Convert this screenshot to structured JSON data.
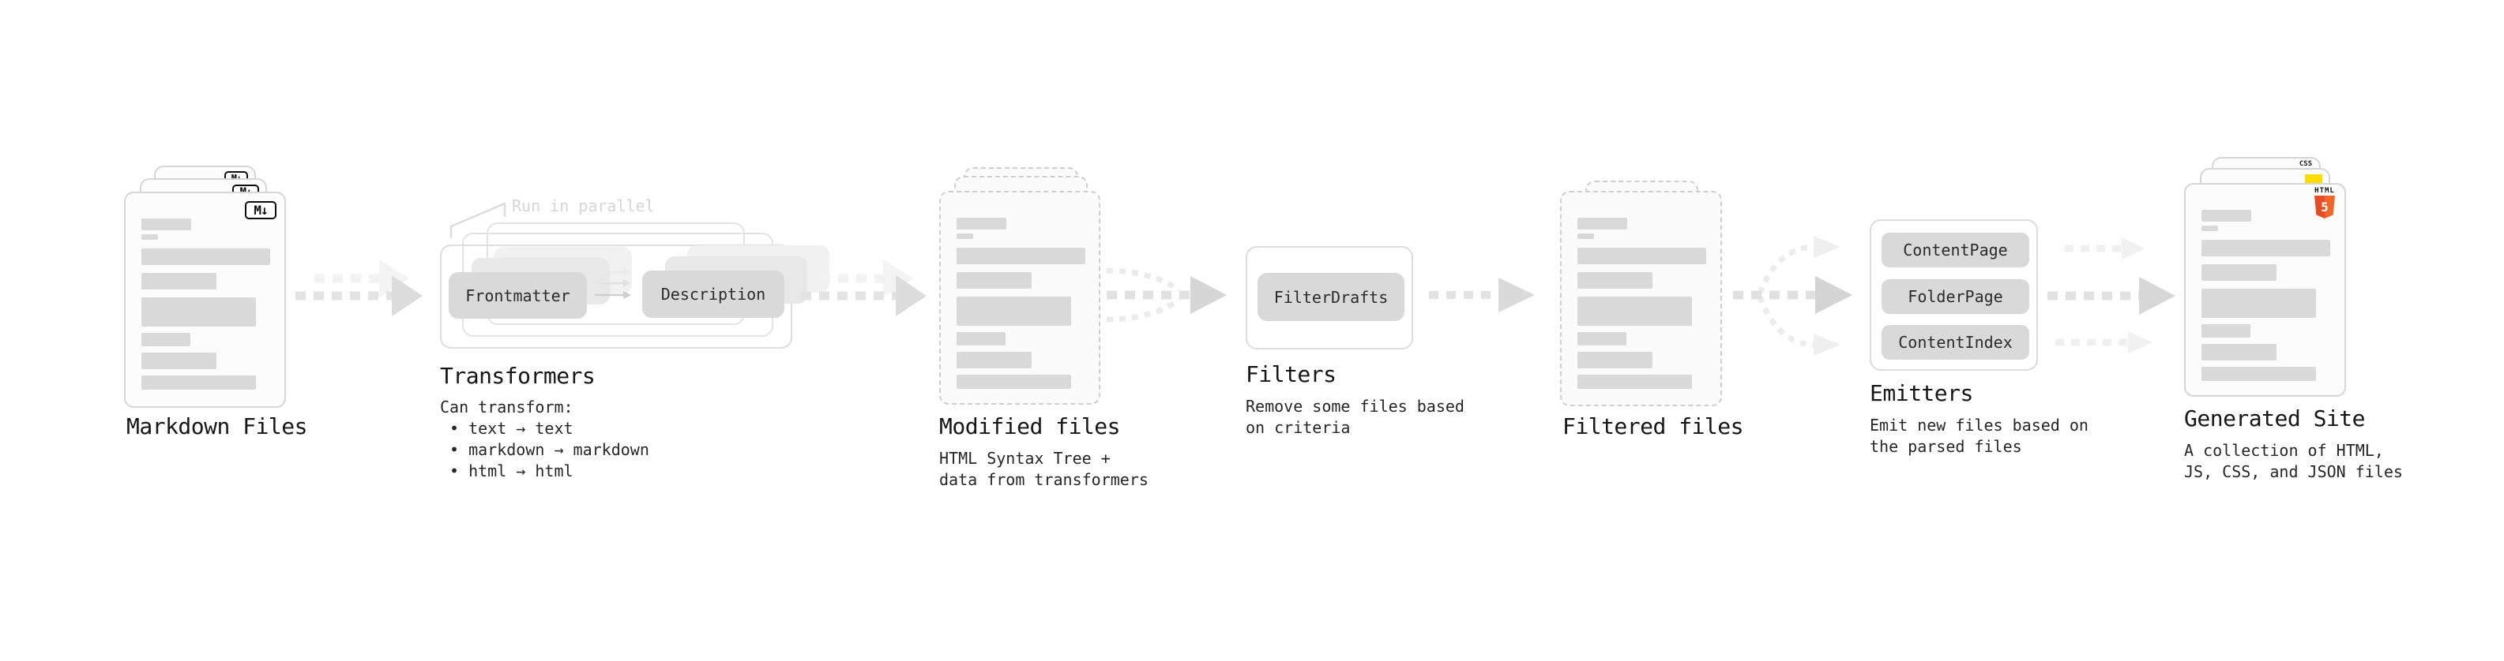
{
  "stages": {
    "markdown_files": {
      "label": "Markdown Files",
      "badge": "M↓"
    },
    "transformers": {
      "label": "Transformers",
      "callout": "Run in parallel",
      "pill_left": "Frontmatter",
      "pill_right": "Description",
      "desc_title": "Can transform:",
      "bullets": [
        "• text → text",
        "• markdown → markdown",
        "• html → html"
      ]
    },
    "modified_files": {
      "label": "Modified files",
      "desc": "HTML Syntax Tree +\ndata from transformers"
    },
    "filters": {
      "label": "Filters",
      "pill": "FilterDrafts",
      "desc": "Remove some files based\non criteria"
    },
    "filtered_files": {
      "label": "Filtered files"
    },
    "emitters": {
      "label": "Emitters",
      "pills": [
        "ContentPage",
        "FolderPage",
        "ContentIndex"
      ],
      "desc": "Emit new files based on\nthe parsed files"
    },
    "generated_site": {
      "label": "Generated Site",
      "desc": "A collection of HTML,\nJS, CSS, and JSON files",
      "badges": {
        "css": "CSS",
        "html": "HTML",
        "five": "5"
      }
    }
  },
  "colors": {
    "html5_orange": "#e44d26",
    "html5_orange_light": "#f16529",
    "js_yellow": "#ffdc00",
    "css_blue": "#1a6dff",
    "pill_gray": "#d9d9d9",
    "skeleton_gray": "#d9d9d9",
    "outline_gray": "#dcdcdc",
    "arrow_gray": "#dcdcdc",
    "arrow_ghost_gray": "#f1f1f1",
    "muted_text": "#d6d6d6",
    "dark_text": "#1f1f1f"
  }
}
